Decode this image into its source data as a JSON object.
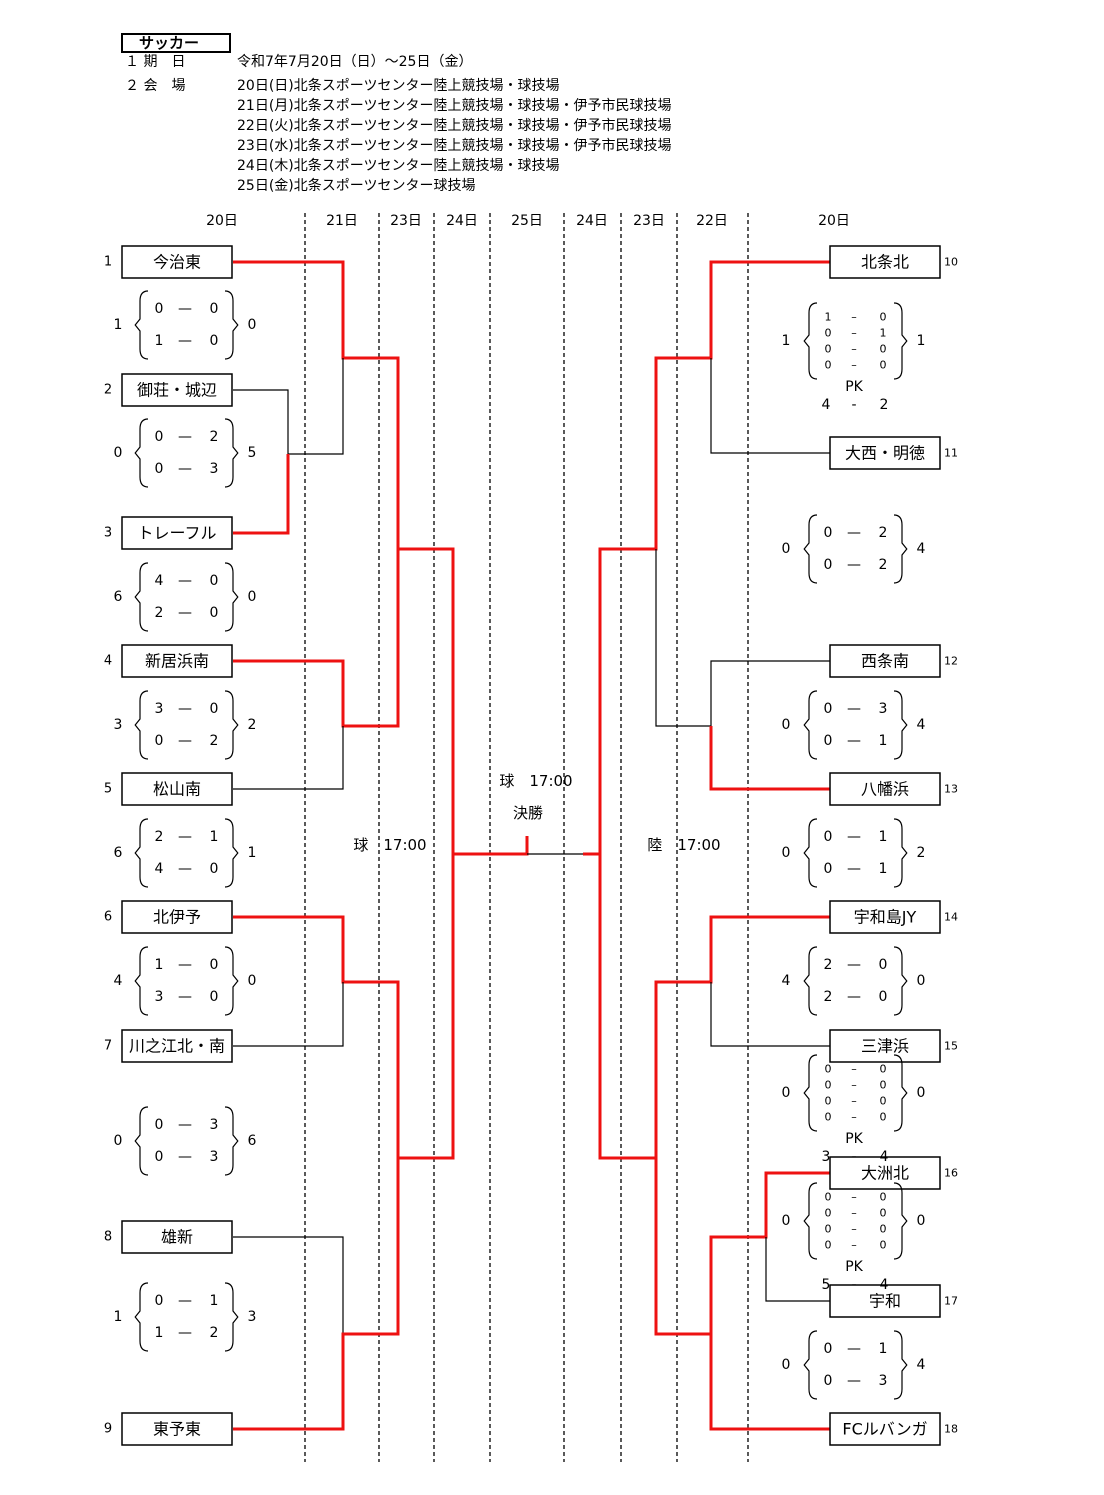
{
  "header": {
    "title": "サッカー",
    "period_label": "１ 期　日",
    "period_value": "令和7年7月20日（日）～25日（金）",
    "venue_label": "２ 会　場",
    "venues": [
      "20日(日)北条スポーツセンター陸上競技場・球技場",
      "21日(月)北条スポーツセンター陸上競技場・球技場・伊予市民球技場",
      "22日(火)北条スポーツセンター陸上競技場・球技場・伊予市民球技場",
      "23日(水)北条スポーツセンター陸上競技場・球技場・伊予市民球技場",
      "24日(木)北条スポーツセンター陸上競技場・球技場",
      "25日(金)北条スポーツセンター球技場"
    ]
  },
  "day_headers": [
    "20日",
    "21日",
    "23日",
    "24日",
    "25日",
    "24日",
    "23日",
    "22日",
    "20日"
  ],
  "teams": [
    {
      "no": "1",
      "name": "今治東"
    },
    {
      "no": "2",
      "name": "御荘・城辺"
    },
    {
      "no": "3",
      "name": "トレーフル"
    },
    {
      "no": "4",
      "name": "新居浜南"
    },
    {
      "no": "5",
      "name": "松山南"
    },
    {
      "no": "6",
      "name": "北伊予"
    },
    {
      "no": "7",
      "name": "川之江北・南"
    },
    {
      "no": "8",
      "name": "雄新"
    },
    {
      "no": "9",
      "name": "東予東"
    },
    {
      "no": "10",
      "name": "北条北"
    },
    {
      "no": "11",
      "name": "大西・明徳"
    },
    {
      "no": "12",
      "name": "西条南"
    },
    {
      "no": "13",
      "name": "八幡浜"
    },
    {
      "no": "14",
      "name": "宇和島JY"
    },
    {
      "no": "15",
      "name": "三津浜"
    },
    {
      "no": "16",
      "name": "大洲北"
    },
    {
      "no": "17",
      "name": "宇和"
    },
    {
      "no": "18",
      "name": "FCルバンガ"
    }
  ],
  "scores": [
    {
      "left": "1",
      "right": "0",
      "halves": [
        [
          "0",
          "0"
        ],
        [
          "1",
          "0"
        ]
      ]
    },
    {
      "left": "0",
      "right": "5",
      "halves": [
        [
          "0",
          "2"
        ],
        [
          "0",
          "3"
        ]
      ]
    },
    {
      "left": "6",
      "right": "0",
      "halves": [
        [
          "4",
          "0"
        ],
        [
          "2",
          "0"
        ]
      ]
    },
    {
      "left": "3",
      "right": "2",
      "halves": [
        [
          "3",
          "0"
        ],
        [
          "0",
          "2"
        ]
      ]
    },
    {
      "left": "6",
      "right": "1",
      "halves": [
        [
          "2",
          "1"
        ],
        [
          "4",
          "0"
        ]
      ]
    },
    {
      "left": "4",
      "right": "0",
      "halves": [
        [
          "1",
          "0"
        ],
        [
          "3",
          "0"
        ]
      ]
    },
    {
      "left": "0",
      "right": "6",
      "halves": [
        [
          "0",
          "3"
        ],
        [
          "0",
          "3"
        ]
      ]
    },
    {
      "left": "1",
      "right": "3",
      "halves": [
        [
          "0",
          "1"
        ],
        [
          "1",
          "2"
        ]
      ]
    },
    {
      "left": "1",
      "right": "1",
      "halves": [
        [
          "1",
          "0"
        ],
        [
          "0",
          "1"
        ],
        [
          "0",
          "0"
        ],
        [
          "0",
          "0"
        ]
      ],
      "pk": [
        "4",
        "2"
      ]
    },
    {
      "left": "0",
      "right": "4",
      "halves": [
        [
          "0",
          "2"
        ],
        [
          "0",
          "2"
        ]
      ]
    },
    {
      "left": "0",
      "right": "4",
      "halves": [
        [
          "0",
          "3"
        ],
        [
          "0",
          "1"
        ]
      ]
    },
    {
      "left": "0",
      "right": "2",
      "halves": [
        [
          "0",
          "1"
        ],
        [
          "0",
          "1"
        ]
      ]
    },
    {
      "left": "4",
      "right": "0",
      "halves": [
        [
          "2",
          "0"
        ],
        [
          "2",
          "0"
        ]
      ]
    },
    {
      "left": "0",
      "right": "0",
      "halves": [
        [
          "0",
          "0"
        ],
        [
          "0",
          "0"
        ],
        [
          "0",
          "0"
        ],
        [
          "0",
          "0"
        ]
      ],
      "pk": [
        "3",
        "4"
      ]
    },
    {
      "left": "0",
      "right": "0",
      "halves": [
        [
          "0",
          "0"
        ],
        [
          "0",
          "0"
        ],
        [
          "0",
          "0"
        ],
        [
          "0",
          "0"
        ]
      ],
      "pk": [
        "5",
        "4"
      ]
    },
    {
      "left": "0",
      "right": "4",
      "halves": [
        [
          "0",
          "1"
        ],
        [
          "0",
          "3"
        ]
      ]
    }
  ],
  "pk_label": "PK",
  "final": {
    "label": "決勝",
    "time": "球　17:00"
  },
  "semifinal_left_time": "球　17:00",
  "semifinal_right_time": "陸　17:00",
  "colors": {
    "winner_line": "#ee1111",
    "line": "#000000"
  }
}
